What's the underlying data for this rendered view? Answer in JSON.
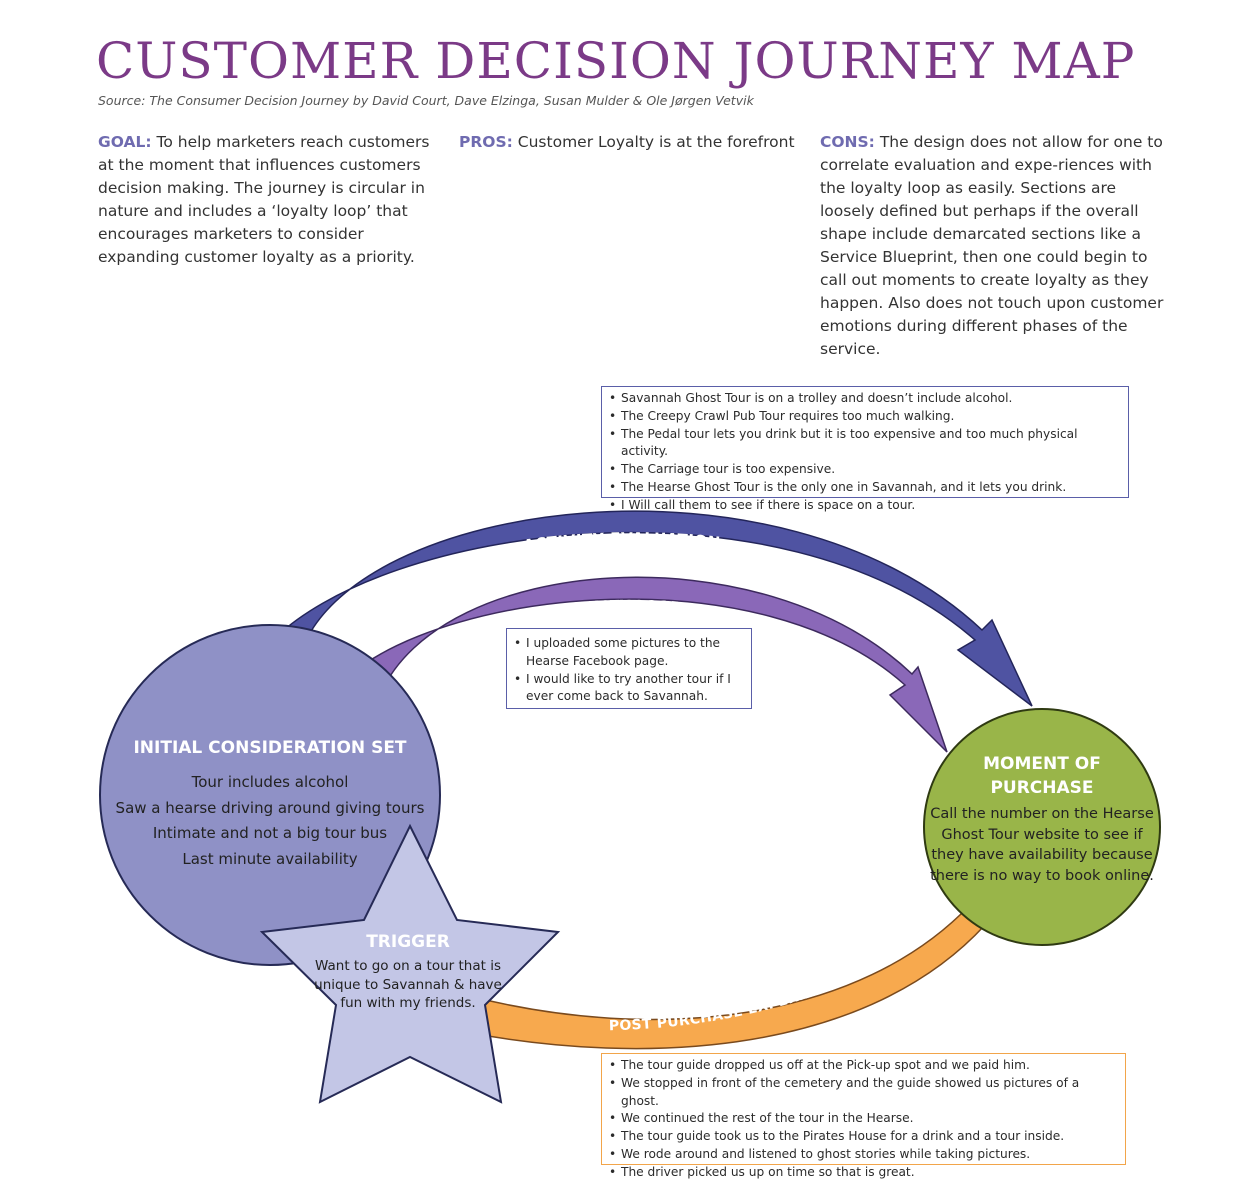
{
  "title": "CUSTOMER DECISION JOURNEY MAP",
  "source": "Source: The Consumer Decision Journey by David Court, Dave Elzinga, Susan Mulder & Ole Jørgen Vetvik",
  "goal": {
    "label": "GOAL:",
    "text": "To help marketers reach customers at the moment that influences customers decision making. The journey is circular in nature and includes a ‘loyalty loop’ that encourages marketers to consider expanding customer loyalty as a priority."
  },
  "pros": {
    "label": "PROS:",
    "text": "Customer Loyalty is at the forefront"
  },
  "cons": {
    "label": "CONS:",
    "text": "The design does not allow for one to correlate evaluation and expe-riences with the loyalty loop as easily. Sections are loosely defined but perhaps if the overall shape include demarcated sections like a Service Blueprint, then one could begin to call out moments to create loyalty as they happen. Also does not touch upon customer emotions during different phases of the service."
  },
  "activity_evaluation": {
    "label": "ACTIVITY EVALUATION:",
    "bullets": [
      "Savannah Ghost Tour is on a trolley and doesn’t include alcohol.",
      "The Creepy Crawl Pub Tour requires too much walking.",
      "The Pedal tour lets you drink but it is too expensive and too much physical activity.",
      "The Carriage tour is too expensive.",
      "The Hearse Ghost Tour is the only one in Savannah, and it lets you drink.",
      "I Will call them to see if there is space on a tour."
    ]
  },
  "loyalty_loop": {
    "label": "LOYALTY LOOP",
    "bullets": [
      "I uploaded some pictures to the Hearse Facebook page.",
      "I would like to try another tour if I ever come back to Savannah."
    ]
  },
  "initial_consideration": {
    "title": "INITIAL CONSIDERATION SET",
    "items": [
      "Tour includes alcohol",
      "Saw a hearse driving around giving tours",
      "Intimate and not a big tour bus",
      "Last minute availability"
    ]
  },
  "moment_of_purchase": {
    "title_line1": "MOMENT OF",
    "title_line2": "PURCHASE",
    "text": "Call the number on the Hearse Ghost Tour website to see if they have availability because there is no way to book online."
  },
  "trigger": {
    "title": "TRIGGER",
    "text": "Want to go on a tour that is unique to Savannah & have fun with my friends."
  },
  "post_purchase": {
    "label": "POST PURCHASE EXPERIENCE",
    "bullets": [
      "The tour guide dropped us off at the Pick-up spot and we paid him.",
      "We stopped in front of the cemetery and the guide showed us pictures of a ghost.",
      "We continued the rest of the tour in the Hearse.",
      "The tour guide took us to the Pirates House for a drink and a tour inside.",
      "We rode around and listened to ghost stories while taking pictures.",
      "The driver picked us up on time so that is great."
    ]
  },
  "colors": {
    "title": "#7b3a87",
    "label_accent": "#6f6bb0",
    "activity_arrow": "#4f53a2",
    "loyalty_arrow": "#8a68b8",
    "initial_circle": "#8f91c6",
    "trigger_star": "#c3c6e6",
    "purchase_circle": "#99b549",
    "post_purchase_arc": "#f7a94e"
  }
}
